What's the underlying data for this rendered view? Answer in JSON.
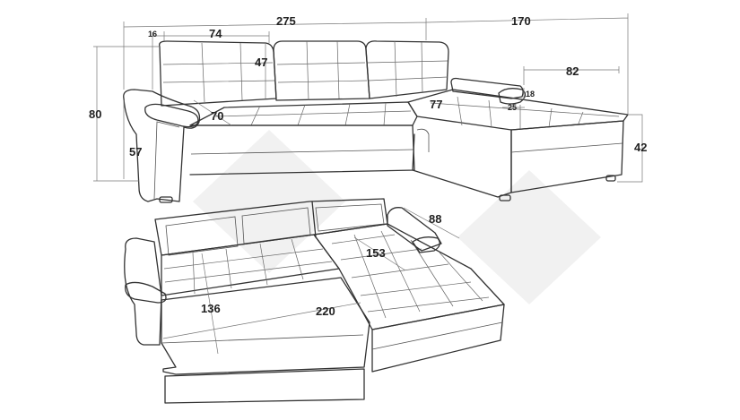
{
  "dimensions": {
    "overall_length": "275",
    "chaise_length": "170",
    "back_section_width": "74",
    "armrest_width": "16",
    "back_height": "47",
    "total_height": "80",
    "seat_depth": "70",
    "arm_height": "57",
    "chaise_depth_label": "77",
    "chaise_width": "82",
    "chaise_arm_height": "18",
    "chaise_arm_width": "25",
    "seat_height": "42",
    "bed_chaise_width": "88",
    "bed_chaise_length": "153",
    "bed_depth": "136",
    "bed_length": "220"
  },
  "colors": {
    "outline": "#333333",
    "watermark": "#f1f1f1",
    "background": "#ffffff"
  }
}
